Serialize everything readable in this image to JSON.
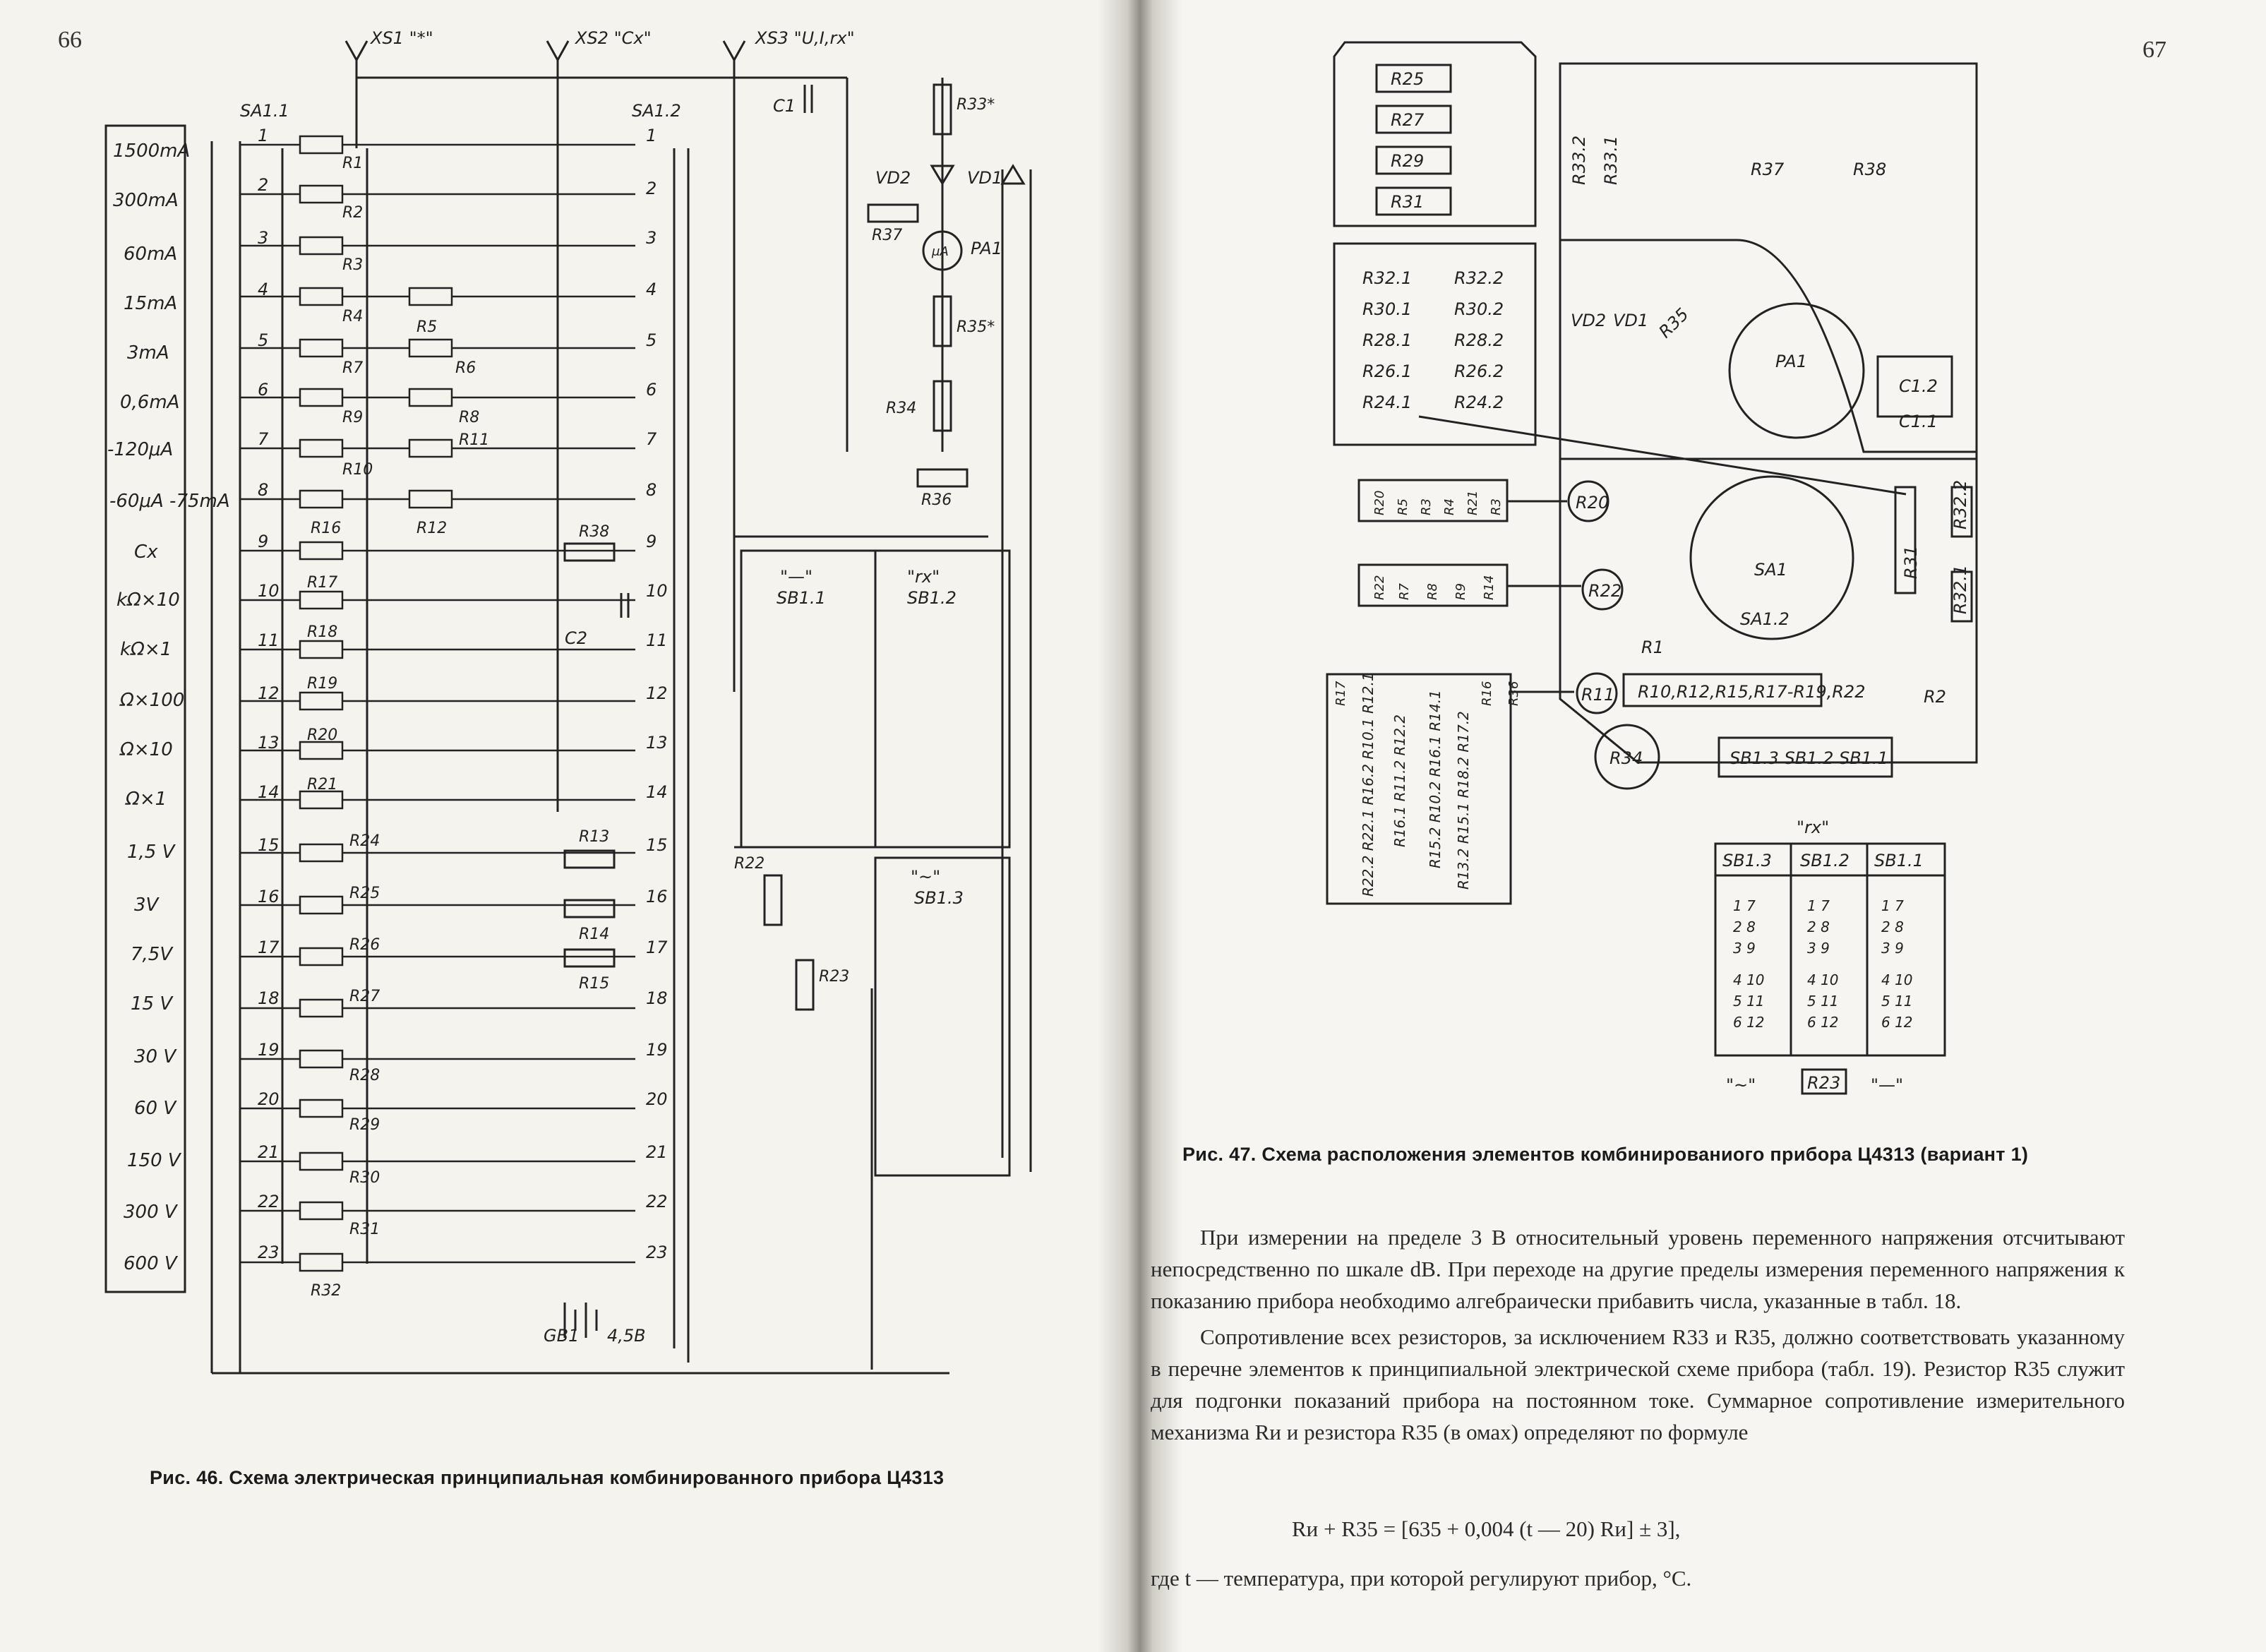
{
  "pages": {
    "left_number": "66",
    "right_number": "67"
  },
  "fig46": {
    "caption": "Рис. 46. Схема электрическая принципиальная комбинированного прибора Ц4313",
    "ranges": [
      "1500mA",
      "300mA",
      "60mA",
      "15mA",
      "3mA",
      "0,6mA",
      "-120μA",
      "-60μA -75mA",
      "Cx",
      "kΩ×10",
      "kΩ×1",
      "Ω×100",
      "Ω×10",
      "Ω×1",
      "1,5 V",
      "3V",
      "7,5V",
      "15 V",
      "30 V",
      "60 V",
      "150 V",
      "300 V",
      "600 V"
    ],
    "sockets": [
      "XS1 \"*\"",
      "XS2 \"Cx\"",
      "XS3 \"U,I,rx\""
    ],
    "switch_labels": [
      "SA1.1",
      "SA1.2"
    ],
    "contacts": [
      "1",
      "2",
      "3",
      "4",
      "5",
      "6",
      "7",
      "8",
      "9",
      "10",
      "11",
      "12",
      "13",
      "14",
      "15",
      "16",
      "17",
      "18",
      "19",
      "20",
      "21",
      "22",
      "23"
    ],
    "resistors": [
      "R1",
      "R2",
      "R3",
      "R4",
      "R5",
      "R6",
      "R7",
      "R8",
      "R9",
      "R10",
      "R11",
      "R12",
      "R16",
      "R17",
      "R18",
      "R19",
      "R20",
      "R21",
      "R24",
      "R25",
      "R26",
      "R27",
      "R28",
      "R29",
      "R30",
      "R31",
      "R32",
      "R13",
      "R14",
      "R15",
      "R38",
      "R22",
      "R23",
      "R33*",
      "R35*",
      "R34",
      "R36",
      "R37"
    ],
    "other_labels": [
      "C1",
      "C2",
      "VD1",
      "VD2",
      "PA1",
      "μA",
      "GB1",
      "4,5B",
      "SB1.1",
      "SB1.2",
      "SB1.3",
      "\"—\"",
      "\"rx\"",
      "\"~\""
    ]
  },
  "fig47": {
    "caption": "Рис. 47. Схема расположения элементов комбинированиого прибора Ц4313 (вариант 1)",
    "top_resistors": [
      "R25",
      "R27",
      "R29",
      "R31"
    ],
    "pair_grid": [
      [
        "R32.1",
        "R32.2"
      ],
      [
        "R30.1",
        "R30.2"
      ],
      [
        "R28.1",
        "R28.2"
      ],
      [
        "R26.1",
        "R26.2"
      ],
      [
        "R24.1",
        "R24.2"
      ]
    ],
    "top_right": [
      "R33.2",
      "R33.1",
      "R37",
      "R38"
    ],
    "diodes": [
      "VD2",
      "VD1"
    ],
    "parts": [
      "R35",
      "PA1",
      "C1.2",
      "C1.1",
      "R20",
      "R22",
      "R11",
      "R34",
      "R31",
      "R32.2",
      "R32.1",
      "R1",
      "R2",
      "SA1",
      "SA1.2",
      "R36",
      "R16",
      "R17"
    ],
    "strip_labels": [
      "R20",
      "R5",
      "R3",
      "R4",
      "R21",
      "R3"
    ],
    "strip2_labels": [
      "R22",
      "R7",
      "R8",
      "R9",
      "R14"
    ],
    "chain_label": "R10,R12,R15,R17-R19,R22",
    "switch_row": "SB1.3 SB1.2 SB1.1",
    "rx_label": "\"rx\"",
    "sb_heads": [
      "SB1.3",
      "SB1.2",
      "SB1.1"
    ],
    "sb_pins": [
      "1 7",
      "2 8",
      "3 9",
      "4 10",
      "5 11",
      "6 12"
    ],
    "bottom_labels": [
      "\"~\"",
      "R23",
      "\"—\""
    ],
    "rotated_labels": [
      "R22.2 R22.1 R16.2 R10.1 R12.1",
      "R16.1 R11.2 R12.2",
      "R13.2 R15.1 R18.2 R17.2",
      "R15.2 R10.2 R16.1 R14.1"
    ]
  },
  "text": {
    "para1": "При измерении на пределе 3 В относительный уровень переменного напряжения отсчитывают непосредственно по шкале dB. При переходе на другие пределы измерения переменного напряжения к показанию прибора необходимо алгебраически прибавить числа, указанные в табл. 18.",
    "para2": "Сопротивление всех резисторов, за исключением R33 и R35, должно соответствовать указанному в перечне элементов к принципиальной электрической схеме прибора (табл. 19). Резистор R35 служит для подгонки показаний прибора на постоянном токе. Суммарное сопротивление измерительного механизма Rи и резистора R35 (в омах) определяют по формуле",
    "formula": "Rи + R35 = [635 + 0,004 (t — 20) Rи] ± 3],",
    "tail": "где t — температура, при которой регулируют прибор, °С."
  }
}
